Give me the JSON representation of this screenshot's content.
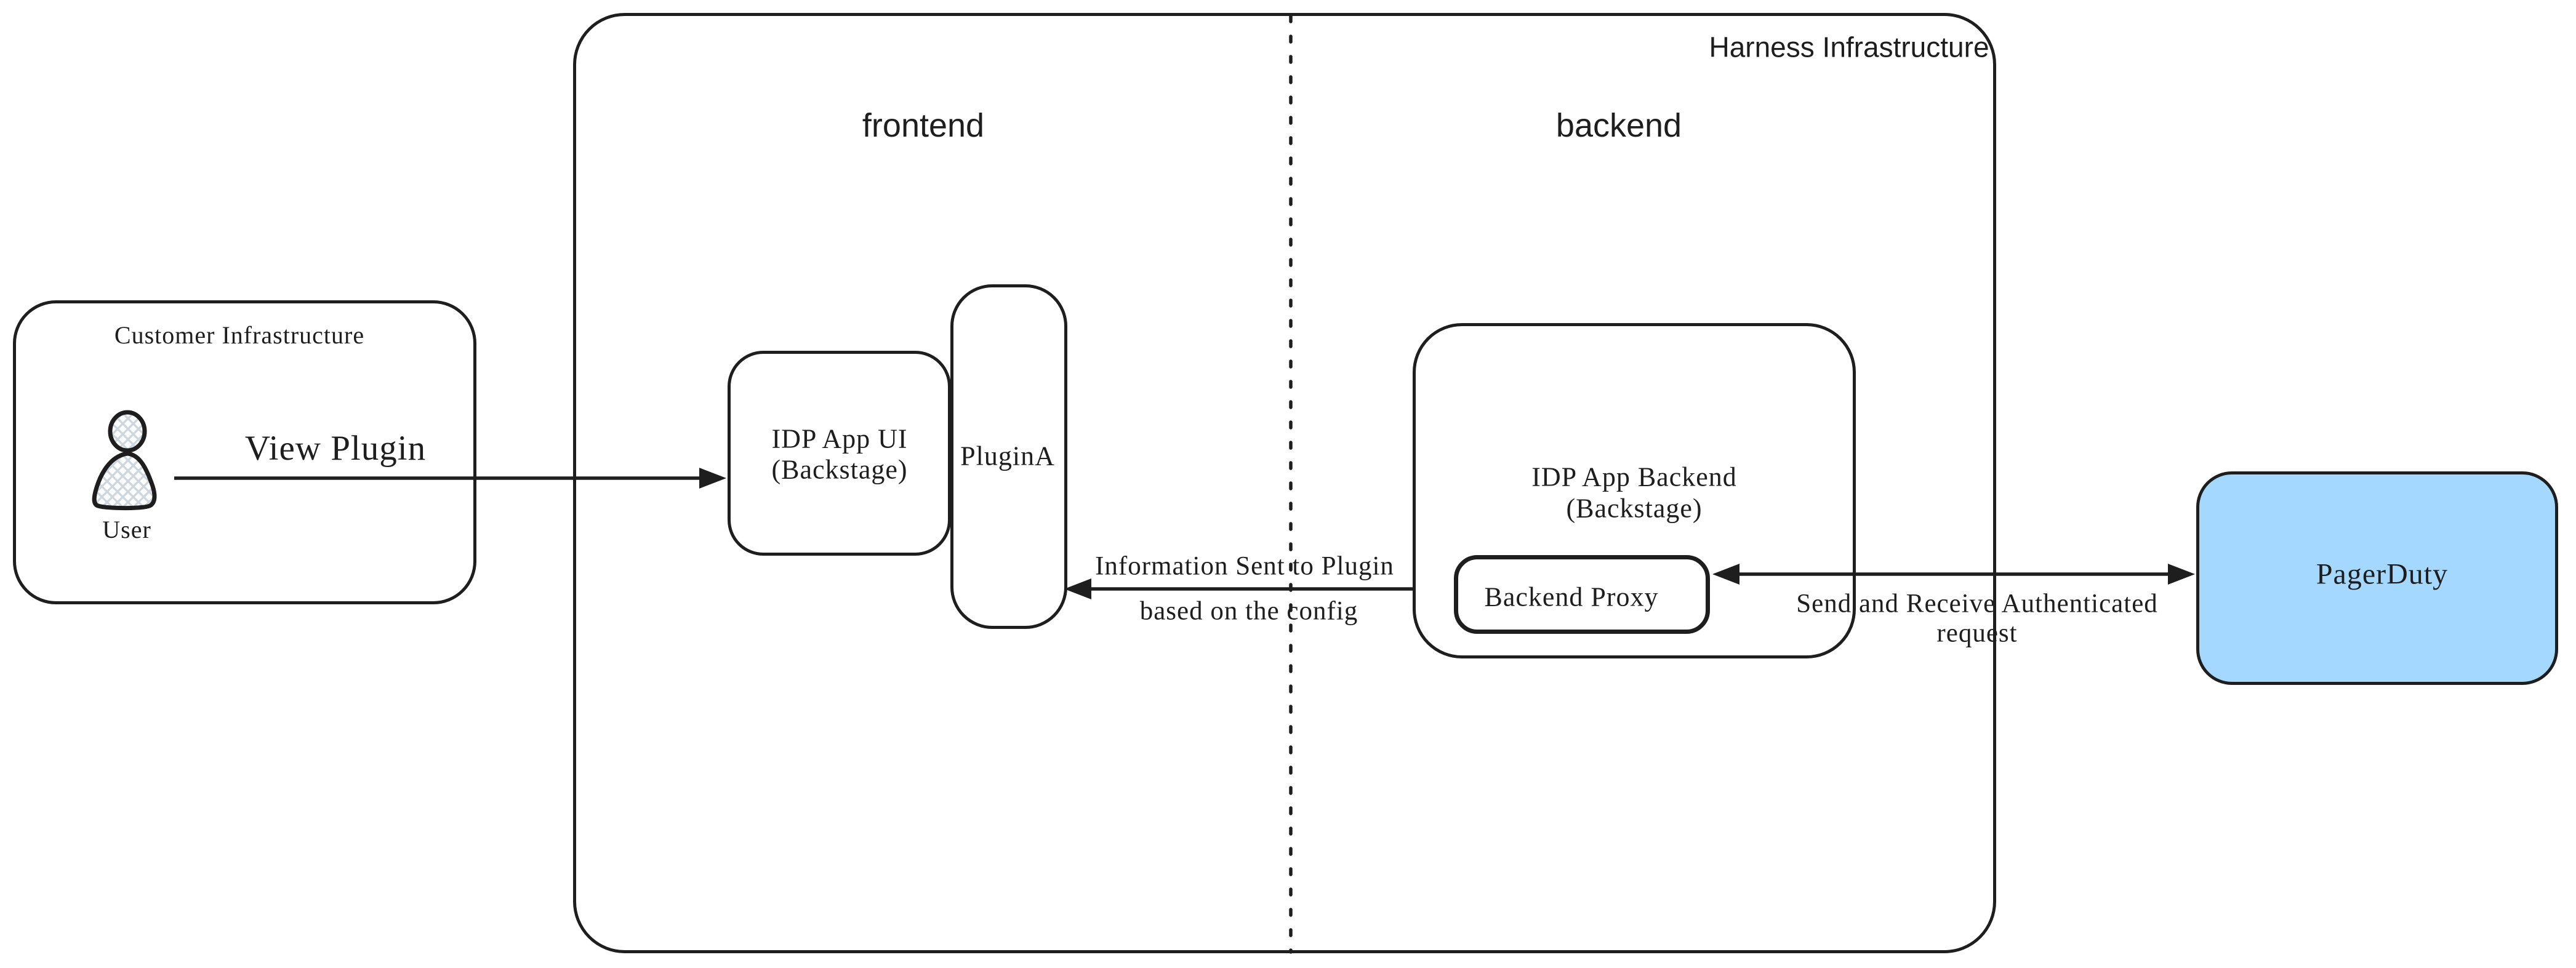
{
  "colors": {
    "background": "#ffffff",
    "ink": "#1e1e1e",
    "pagerduty_fill": "#a5d8ff",
    "user_hatch": "#ccd7df"
  },
  "groups": {
    "customer_infrastructure": {
      "title": "Customer Infrastructure"
    },
    "harness_infrastructure": {
      "title": "Harness Infrastructure",
      "frontend_label": "frontend",
      "backend_label": "backend"
    }
  },
  "nodes": {
    "user": {
      "label": "User"
    },
    "idp_app_ui": {
      "line1": "IDP App UI",
      "line2": "(Backstage)"
    },
    "plugin_a": {
      "label": "PluginA"
    },
    "idp_app_backend": {
      "line1": "IDP App Backend",
      "line2": "(Backstage)"
    },
    "backend_proxy": {
      "label": "Backend Proxy"
    },
    "pagerduty": {
      "label": "PagerDuty"
    }
  },
  "arrows": {
    "view_plugin": {
      "label": "View Plugin",
      "from": "User",
      "to": "IDP App UI (Backstage)"
    },
    "info_sent_to_plugin": {
      "line1": "Information Sent to Plugin",
      "line2": "based on the config",
      "from": "IDP App Backend (Backstage)",
      "to": "PluginA"
    },
    "auth_request": {
      "line1": "Send and Receive Authenticated",
      "line2": "request",
      "from": "Backend Proxy",
      "to": "PagerDuty",
      "bidirectional": "true"
    }
  }
}
